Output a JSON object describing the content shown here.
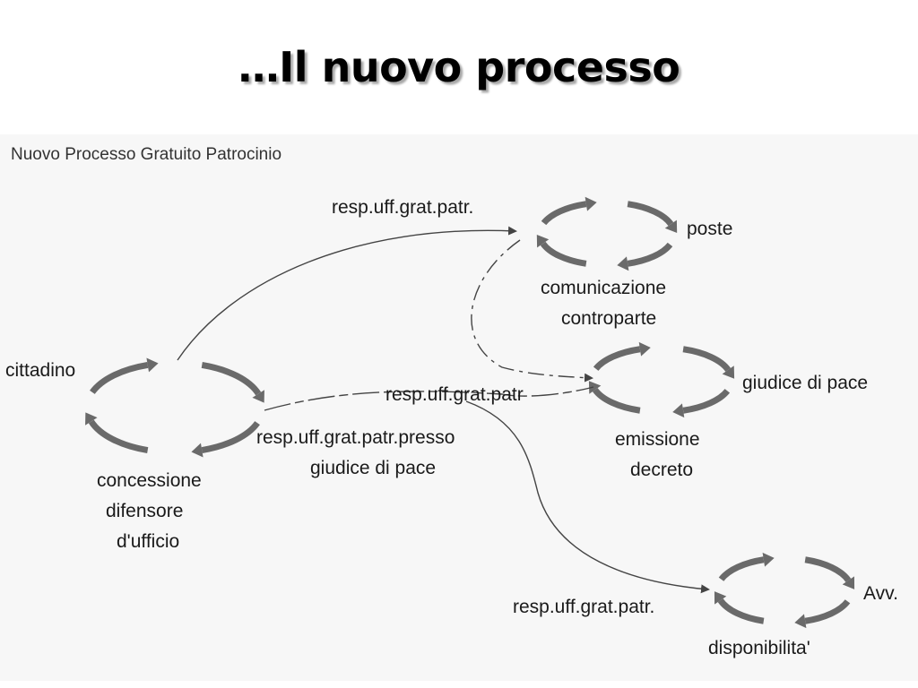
{
  "title": "…Il nuovo processo",
  "diagram": {
    "subtitle": "Nuovo Processo Gratuito Patrocinio",
    "labels": {
      "cittadino": "cittadino",
      "concessione": "concessione",
      "difensore": "difensore",
      "ufficio": "d'ufficio",
      "resp_presso": "resp.uff.grat.patr.presso",
      "giudice_pace_1": "giudice di pace",
      "resp_top": "resp.uff.grat.patr.",
      "poste": "poste",
      "comunicazione": "comunicazione",
      "controparte": "controparte",
      "resp_mid": "resp.uff.grat.patr",
      "giudice_pace_2": "giudice di pace",
      "emissione": "emissione",
      "decreto": "decreto",
      "resp_bottom": "resp.uff.grat.patr.",
      "avv": "Avv.",
      "disponibilita": "disponibilita'"
    }
  },
  "colors": {
    "cycle": "#6a6a6a",
    "line": "#444444",
    "text": "#1a1a1a"
  }
}
